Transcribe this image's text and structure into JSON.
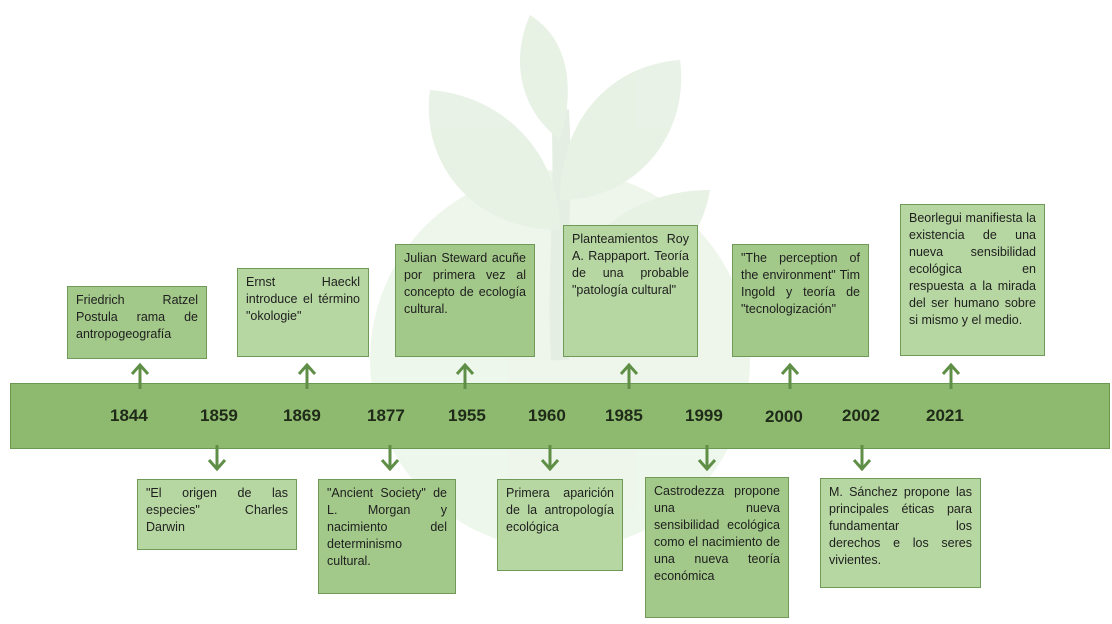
{
  "timeline": {
    "accent_color": "#8dba6f",
    "box_color": "#b7d7a2",
    "arrow_color": "#5f8f47",
    "background_art": "faded-plant-sprout-over-globe",
    "events": [
      {
        "year": "1844",
        "text": "Friedrich Ratzel Postula rama de antropogeografía",
        "side": "above"
      },
      {
        "year": "1859",
        "text": "\"El origen de las especies\" Charles Darwin",
        "side": "below"
      },
      {
        "year": "1869",
        "text": "Ernst Haeckl introduce el término \"okologie\"",
        "side": "above"
      },
      {
        "year": "1877",
        "text": "\"Ancient Society\" de L. Morgan y nacimiento del determinismo cultural.",
        "side": "below"
      },
      {
        "year": "1955",
        "text": "Julian Steward acuñe por primera vez al concepto de ecología cultural.",
        "side": "above"
      },
      {
        "year": "1960",
        "text": "Primera aparición de la antropología ecológica",
        "side": "below"
      },
      {
        "year": "1985",
        "text": "Planteamientos Roy A. Rappaport. Teoría de una probable \"patología cultural\"",
        "side": "above"
      },
      {
        "year": "1999",
        "text": "Castrodezza propone una nueva sensibilidad ecológica como el nacimiento de una nueva teoría económica",
        "side": "below"
      },
      {
        "year": "2000",
        "text": "\"The perception of the environment\" Tim Ingold y teoría de \"tecnologización\"",
        "side": "above"
      },
      {
        "year": "2002",
        "text": "M. Sánchez propone las principales éticas para fundamentar los derechos e los seres vivientes.",
        "side": "below"
      },
      {
        "year": "2021",
        "text": "Beorlegui manifiesta la existencia de una nueva sensibilidad ecológica en respuesta a la mirada del ser humano sobre si mismo y el medio.",
        "side": "above"
      }
    ]
  }
}
